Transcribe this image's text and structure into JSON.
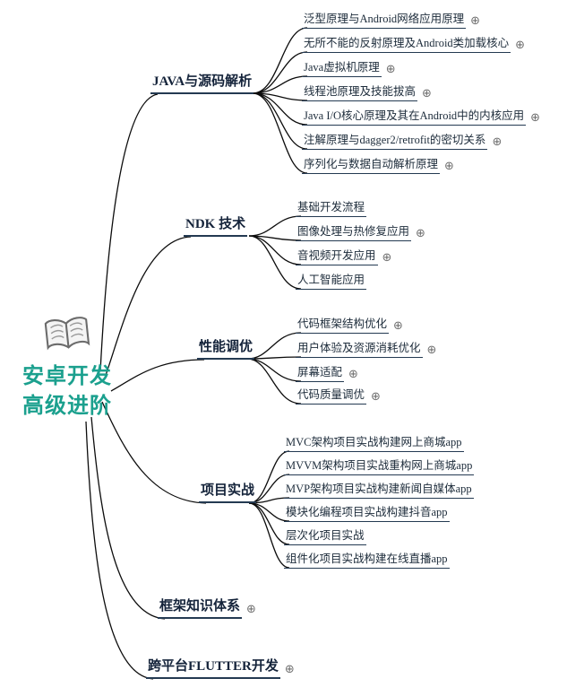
{
  "root": {
    "line1": "安卓开发",
    "line2": "高级进阶"
  },
  "icons": {
    "expand": "⊕",
    "book": "book-icon"
  },
  "colors": {
    "root_text": "#1ba08e",
    "node_text": "#1c2b3a",
    "underline": "#243a52",
    "connector": "#0c0c0c"
  },
  "branches": [
    {
      "label": "JAVA与源码解析",
      "children": [
        {
          "label": "泛型原理与Android网络应用原理"
        },
        {
          "label": "无所不能的反射原理及Android类加载核心"
        },
        {
          "label": "Java虚拟机原理"
        },
        {
          "label": "线程池原理及技能拔高"
        },
        {
          "label": "Java I/O核心原理及其在Android中的内核应用"
        },
        {
          "label": "注解原理与dagger2/retrofit的密切关系"
        },
        {
          "label": "序列化与数据自动解析原理"
        }
      ]
    },
    {
      "label": "NDK 技术",
      "children": [
        {
          "label": "基础开发流程"
        },
        {
          "label": "图像处理与热修复应用"
        },
        {
          "label": "音视频开发应用"
        },
        {
          "label": "人工智能应用"
        }
      ]
    },
    {
      "label": "性能调优",
      "children": [
        {
          "label": "代码框架结构优化"
        },
        {
          "label": "用户体验及资源消耗优化"
        },
        {
          "label": "屏幕适配"
        },
        {
          "label": "代码质量调优"
        }
      ]
    },
    {
      "label": "项目实战",
      "children": [
        {
          "label": "MVC架构项目实战构建网上商城app"
        },
        {
          "label": "MVVM架构项目实战重构网上商城app"
        },
        {
          "label": "MVP架构项目实战构建新闻自媒体app"
        },
        {
          "label": "模块化编程项目实战构建抖音app"
        },
        {
          "label": "层次化项目实战"
        },
        {
          "label": "组件化项目实战构建在线直播app"
        }
      ]
    },
    {
      "label": "框架知识体系",
      "children": []
    },
    {
      "label": "跨平台FLUTTER开发",
      "children": []
    }
  ]
}
